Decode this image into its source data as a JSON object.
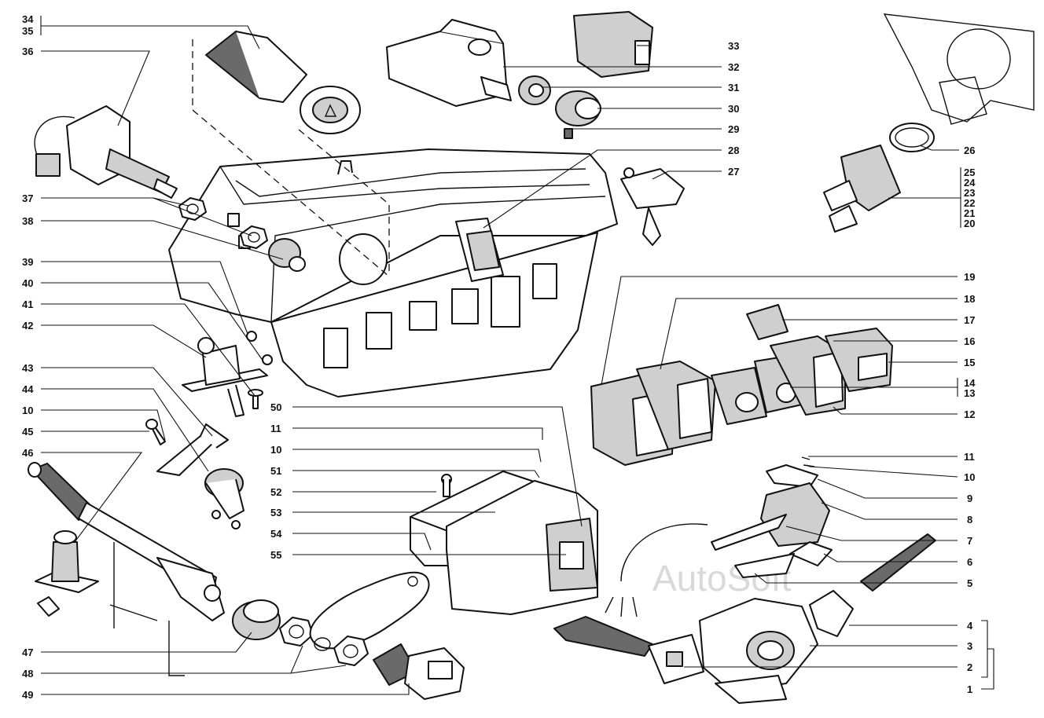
{
  "watermark": "AutoSoft",
  "callouts_left": [
    "34",
    "35",
    "36",
    "37",
    "38",
    "39",
    "40",
    "41",
    "42",
    "43",
    "44",
    "10",
    "45",
    "46",
    "47",
    "48",
    "49"
  ],
  "callouts_middle": [
    "50",
    "11",
    "10",
    "51",
    "52",
    "53",
    "54",
    "55"
  ],
  "callouts_top_center": [
    "33",
    "32",
    "31",
    "30",
    "29",
    "28",
    "27"
  ],
  "callouts_right_top": [
    "26",
    "25",
    "24",
    "23",
    "22",
    "21",
    "20"
  ],
  "callouts_right": [
    "19",
    "18",
    "17",
    "16",
    "15",
    "14",
    "13",
    "12",
    "11",
    "10",
    "9",
    "8",
    "7",
    "6",
    "5",
    "4",
    "3",
    "2",
    "1"
  ]
}
